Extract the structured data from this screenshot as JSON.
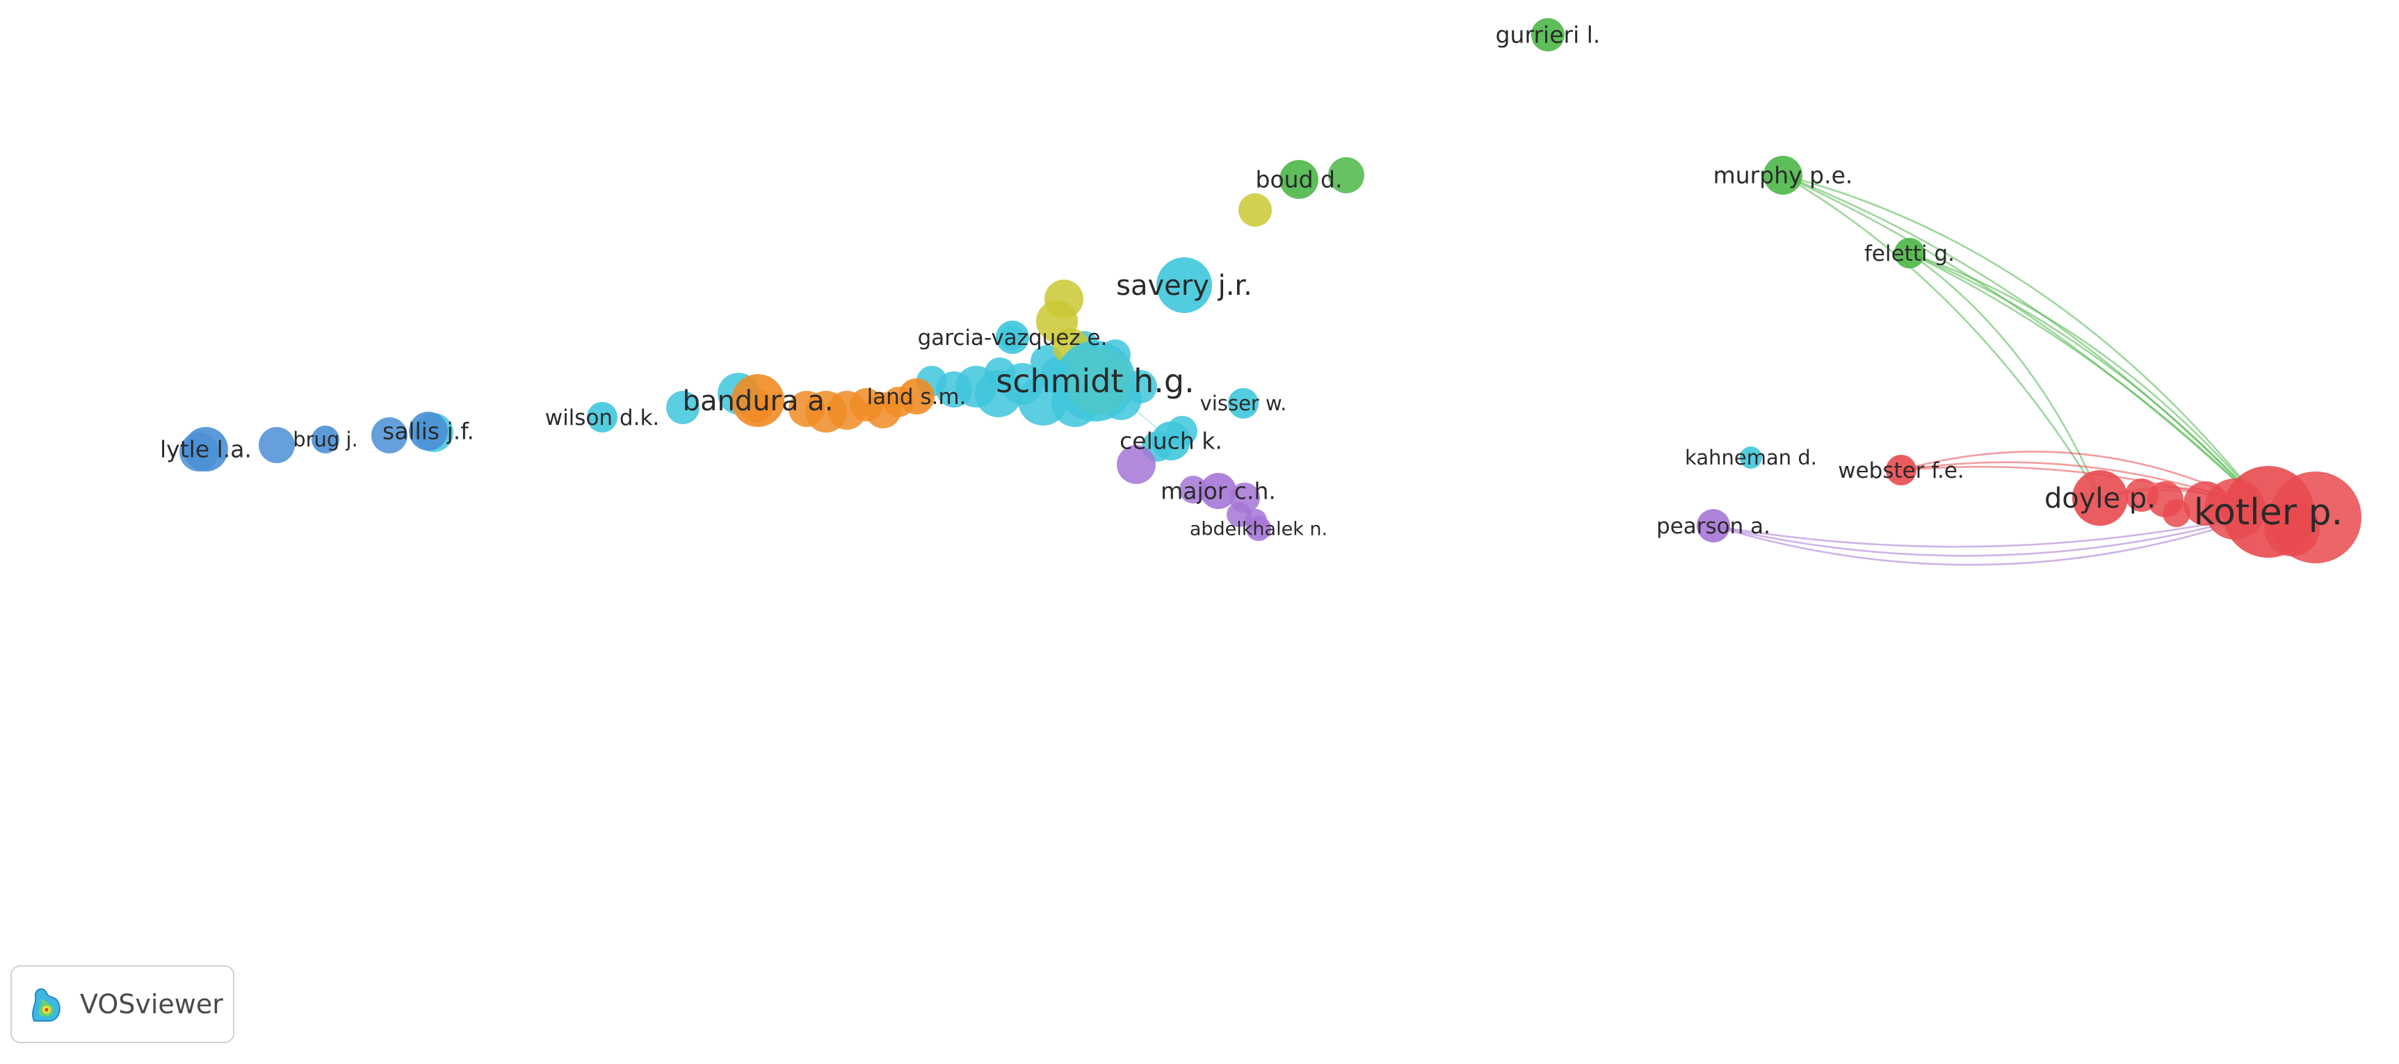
{
  "brand": {
    "name": "VOSviewer",
    "icon": "vosviewer-density-logo-icon"
  },
  "clusters": {
    "red": "#e84a4f",
    "green": "#4cb748",
    "blue": "#4a8fd6",
    "yellow": "#c9c832",
    "purple": "#a575d6",
    "cyan": "#3fc6dc",
    "orange": "#f08c24"
  },
  "nodes": [
    {
      "id": "gurrieri",
      "label": "gurrieri l.",
      "cluster": "green"
    },
    {
      "id": "boud",
      "label": "boud d.",
      "cluster": "green"
    },
    {
      "id": "murphy",
      "label": "murphy p.e.",
      "cluster": "green"
    },
    {
      "id": "feletti",
      "label": "feletti g.",
      "cluster": "green"
    },
    {
      "id": "savery",
      "label": "savery j.r.",
      "cluster": "cyan"
    },
    {
      "id": "garcia",
      "label": "garcia-vazquez e.",
      "cluster": "cyan"
    },
    {
      "id": "schmidt",
      "label": "schmidt h.g.",
      "cluster": "cyan"
    },
    {
      "id": "bandura",
      "label": "bandura a.",
      "cluster": "orange"
    },
    {
      "id": "land",
      "label": "land s.m.",
      "cluster": "orange"
    },
    {
      "id": "wilson",
      "label": "wilson d.k.",
      "cluster": "cyan"
    },
    {
      "id": "visser",
      "label": "visser w.",
      "cluster": "cyan"
    },
    {
      "id": "celuch",
      "label": "celuch k.",
      "cluster": "cyan"
    },
    {
      "id": "major",
      "label": "major c.h.",
      "cluster": "purple"
    },
    {
      "id": "abdelkhalek",
      "label": "abdelkhalek n.",
      "cluster": "purple"
    },
    {
      "id": "sallis",
      "label": "sallis j.f.",
      "cluster": "blue"
    },
    {
      "id": "brug",
      "label": "brug j.",
      "cluster": "blue"
    },
    {
      "id": "lytle",
      "label": "lytle l.a.",
      "cluster": "blue"
    },
    {
      "id": "kahneman",
      "label": "kahneman d.",
      "cluster": "cyan"
    },
    {
      "id": "webster",
      "label": "webster f.e.",
      "cluster": "red"
    },
    {
      "id": "doyle",
      "label": "doyle p.",
      "cluster": "red"
    },
    {
      "id": "kotler",
      "label": "kotler p.",
      "cluster": "red"
    },
    {
      "id": "pearson",
      "label": "pearson a.",
      "cluster": "purple"
    }
  ],
  "links": [
    [
      "murphy",
      "kotler"
    ],
    [
      "murphy",
      "kotler"
    ],
    [
      "murphy",
      "doyle"
    ],
    [
      "murphy",
      "kotler"
    ],
    [
      "feletti",
      "kotler"
    ],
    [
      "feletti",
      "kotler"
    ],
    [
      "feletti",
      "kotler"
    ],
    [
      "feletti",
      "doyle"
    ],
    [
      "pearson",
      "kotler"
    ],
    [
      "pearson",
      "kotler"
    ],
    [
      "pearson",
      "kotler"
    ],
    [
      "webster",
      "kotler"
    ],
    [
      "webster",
      "kotler"
    ],
    [
      "webster",
      "kotler"
    ],
    [
      "doyle",
      "kotler"
    ],
    [
      "doyle",
      "kotler"
    ],
    [
      "schmidt",
      "celuch"
    ]
  ]
}
